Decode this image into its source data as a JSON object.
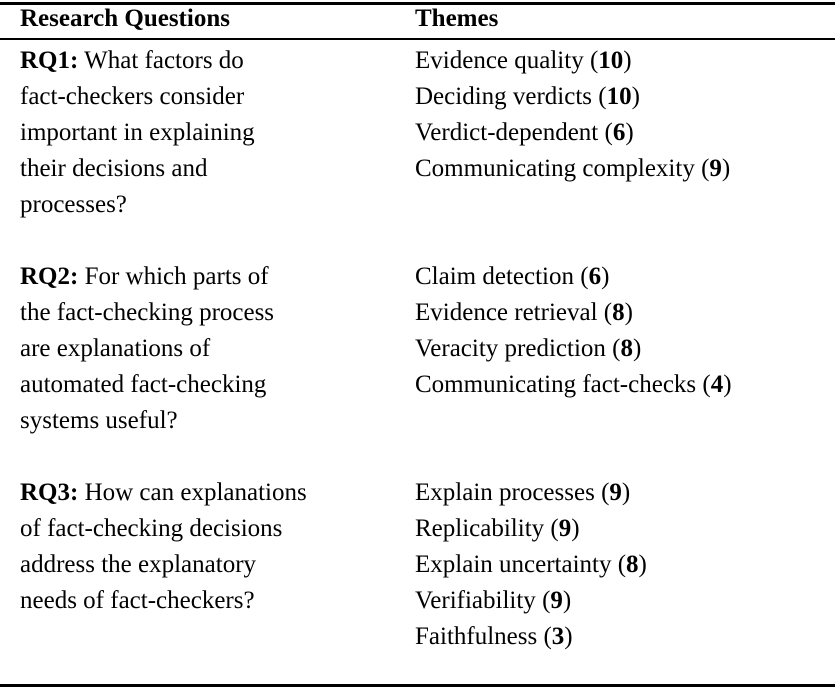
{
  "table": {
    "headers": {
      "questions": "Research Questions",
      "themes": "Themes"
    },
    "blocks": [
      {
        "id": "rq1",
        "label": "RQ1:",
        "question_lines": [
          "What factors do",
          "fact-checkers consider",
          "important in explaining",
          "their decisions and",
          "processes?"
        ],
        "themes": [
          {
            "name": "Evidence quality",
            "count": "10"
          },
          {
            "name": "Deciding verdicts",
            "count": "10"
          },
          {
            "name": "Verdict-dependent",
            "count": "6"
          },
          {
            "name": "Communicating complexity",
            "count": "9"
          }
        ]
      },
      {
        "id": "rq2",
        "label": "RQ2:",
        "question_lines": [
          "For which parts of",
          "the fact-checking process",
          "are explanations of",
          "automated fact-checking",
          "systems useful?"
        ],
        "themes": [
          {
            "name": "Claim detection",
            "count": "6"
          },
          {
            "name": "Evidence retrieval",
            "count": "8"
          },
          {
            "name": "Veracity prediction",
            "count": "8"
          },
          {
            "name": "Communicating fact-checks",
            "count": "4"
          }
        ]
      },
      {
        "id": "rq3",
        "label": "RQ3:",
        "question_lines": [
          "How can explanations",
          "of fact-checking decisions",
          "address the explanatory",
          "needs of fact-checkers?"
        ],
        "themes": [
          {
            "name": "Explain processes",
            "count": "9"
          },
          {
            "name": "Replicability",
            "count": "9"
          },
          {
            "name": "Explain uncertainty",
            "count": "8"
          },
          {
            "name": "Verifiability",
            "count": "9"
          },
          {
            "name": "Faithfulness",
            "count": "3"
          }
        ]
      }
    ],
    "open_paren": "(",
    "close_paren": ")"
  }
}
